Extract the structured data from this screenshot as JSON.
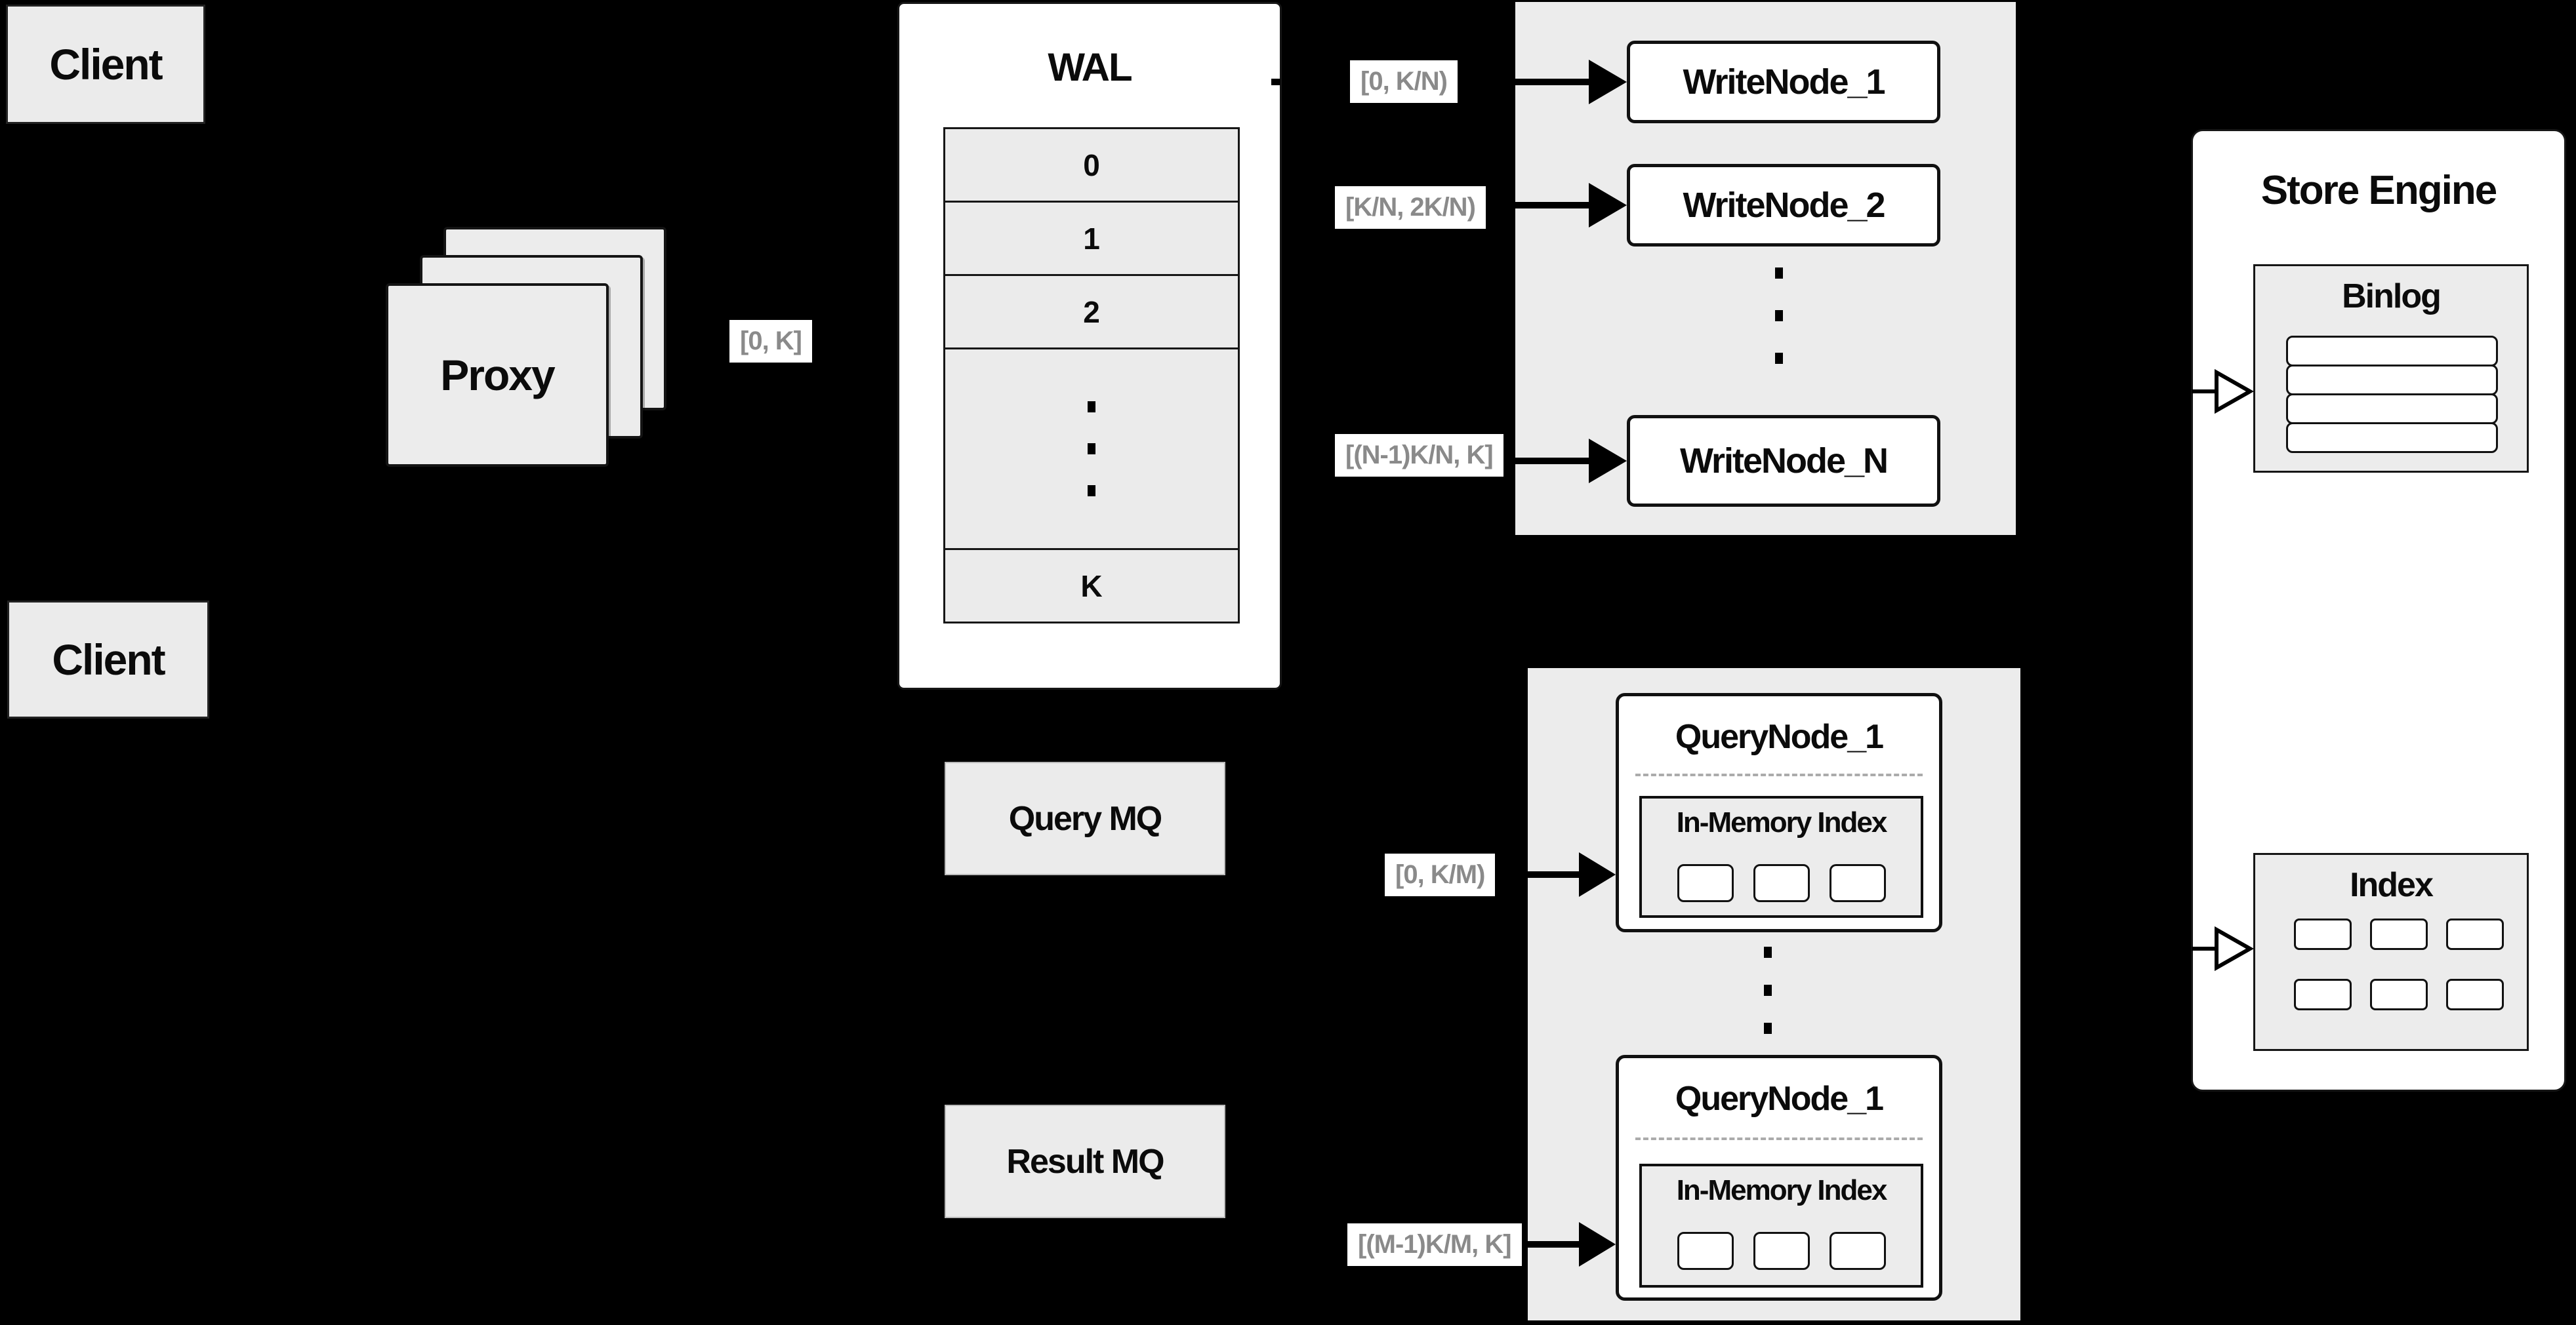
{
  "colors": {
    "background": "#000000",
    "panel_gray": "#ebebeb",
    "box_white": "#ffffff",
    "line_black": "#111111",
    "range_label_text": "#8a8a8a"
  },
  "clients": [
    {
      "label": "Client"
    },
    {
      "label": "Client"
    }
  ],
  "proxy": {
    "label": "Proxy",
    "range_label": "[0, K]"
  },
  "wal": {
    "title": "WAL",
    "segments": [
      "0",
      "1",
      "2",
      "K"
    ]
  },
  "write_group": {
    "ranges": [
      "[0, K/N)",
      "[K/N, 2K/N)",
      "[(N-1)K/N, K]"
    ],
    "nodes": [
      "WriteNode_1",
      "WriteNode_2",
      "WriteNode_N"
    ]
  },
  "query_mq": {
    "label": "Query MQ"
  },
  "result_mq": {
    "label": "Result MQ"
  },
  "query_group": {
    "ranges": [
      "[0, K/M)",
      "[(M-1)K/M, K]"
    ],
    "nodes": [
      {
        "title": "QueryNode_1",
        "memory_index_label": "In-Memory Index"
      },
      {
        "title": "QueryNode_1",
        "memory_index_label": "In-Memory Index"
      }
    ]
  },
  "store_engine": {
    "title": "Store Engine",
    "binlog_title": "Binlog",
    "index_title": "Index"
  }
}
